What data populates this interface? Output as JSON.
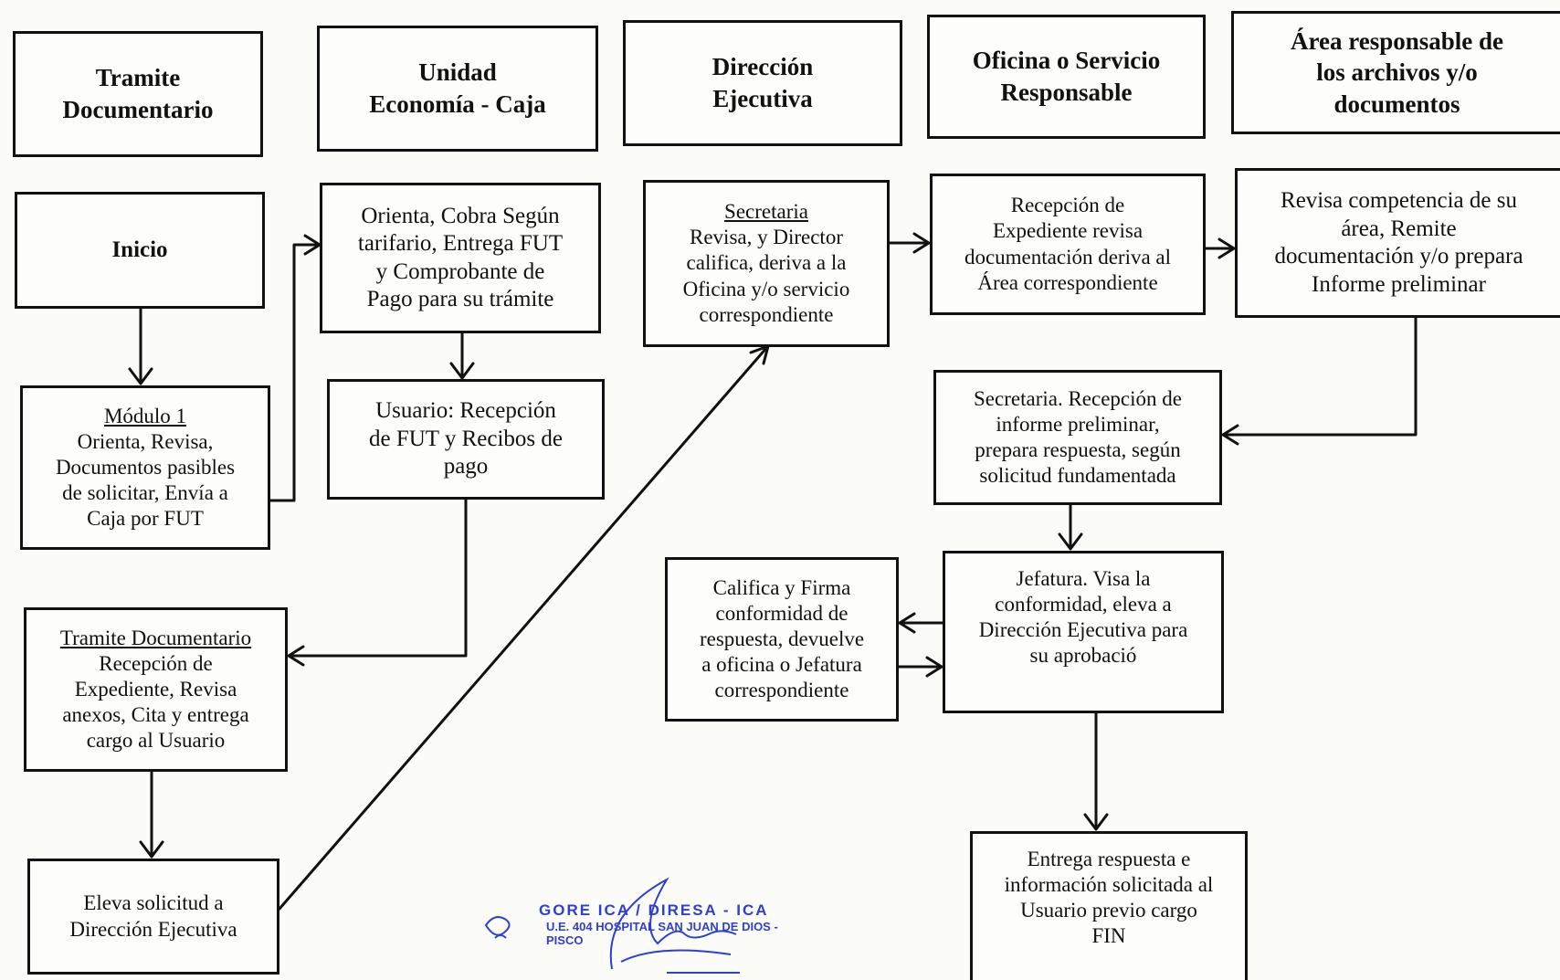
{
  "headers": {
    "tramite": [
      "Tramite",
      "Documentario"
    ],
    "caja": [
      "Unidad",
      "Economía - Caja"
    ],
    "direccion": [
      "Dirección",
      "Ejecutiva"
    ],
    "oficina": [
      "Oficina o Servicio",
      "Responsable"
    ],
    "area": [
      "Área  responsable de",
      "los archivos y/o",
      "documentos"
    ]
  },
  "steps": {
    "inicio": {
      "lines": [
        "Inicio"
      ]
    },
    "modulo1": {
      "title": "Módulo 1",
      "lines": [
        "Orienta, Revisa,",
        "Documentos pasibles",
        "de solicitar, Envía a",
        "Caja por FUT"
      ]
    },
    "orienta_cobra": {
      "lines": [
        "Orienta, Cobra Según",
        "tarifario, Entrega FUT",
        "y Comprobante de",
        "Pago para su trámite"
      ]
    },
    "usuario": {
      "lines": [
        "Usuario: Recepción",
        "de FUT y Recibos de",
        "pago"
      ]
    },
    "tramite_doc": {
      "title": "Tramite Documentario",
      "lines": [
        "Recepción de",
        "Expediente, Revisa",
        "anexos, Cita y entrega",
        "cargo al Usuario"
      ]
    },
    "eleva": {
      "lines": [
        "Eleva solicitud a",
        "Dirección Ejecutiva"
      ]
    },
    "secretaria": {
      "title": "Secretaria",
      "lines": [
        "Revisa, y Director",
        "califica, deriva a la",
        "Oficina  y/o servicio",
        "correspondiente"
      ]
    },
    "recepcion_exp": {
      "lines": [
        "Recepción de",
        "Expediente revisa",
        "documentación deriva al",
        "Área correspondiente"
      ]
    },
    "revisa_competencia": {
      "lines": [
        "Revisa competencia de su",
        "área, Remite",
        "documentación y/o prepara",
        "Informe preliminar"
      ]
    },
    "secretaria_informe": {
      "lines": [
        "Secretaria. Recepción de",
        "informe preliminar,",
        "prepara respuesta, según",
        "solicitud fundamentada"
      ]
    },
    "jefatura": {
      "lines": [
        "Jefatura. Visa la",
        "conformidad, eleva a",
        "Dirección Ejecutiva para",
        "su aprobació"
      ]
    },
    "califica_firma": {
      "lines": [
        "Califica y Firma",
        "conformidad de",
        "respuesta, devuelve",
        "a oficina o Jefatura",
        "correspondiente"
      ]
    },
    "entrega_fin": {
      "lines": [
        "Entrega respuesta e",
        "información solicitada al",
        "Usuario previo cargo",
        "FIN"
      ]
    }
  },
  "stamp": {
    "line1": "GORE ICA / DIRESA - ICA",
    "line2": "U.E. 404 HOSPITAL SAN JUAN DE DIOS - PISCO"
  },
  "style": {
    "ink": "#111111",
    "stamp_color": "#2f3fd0"
  }
}
